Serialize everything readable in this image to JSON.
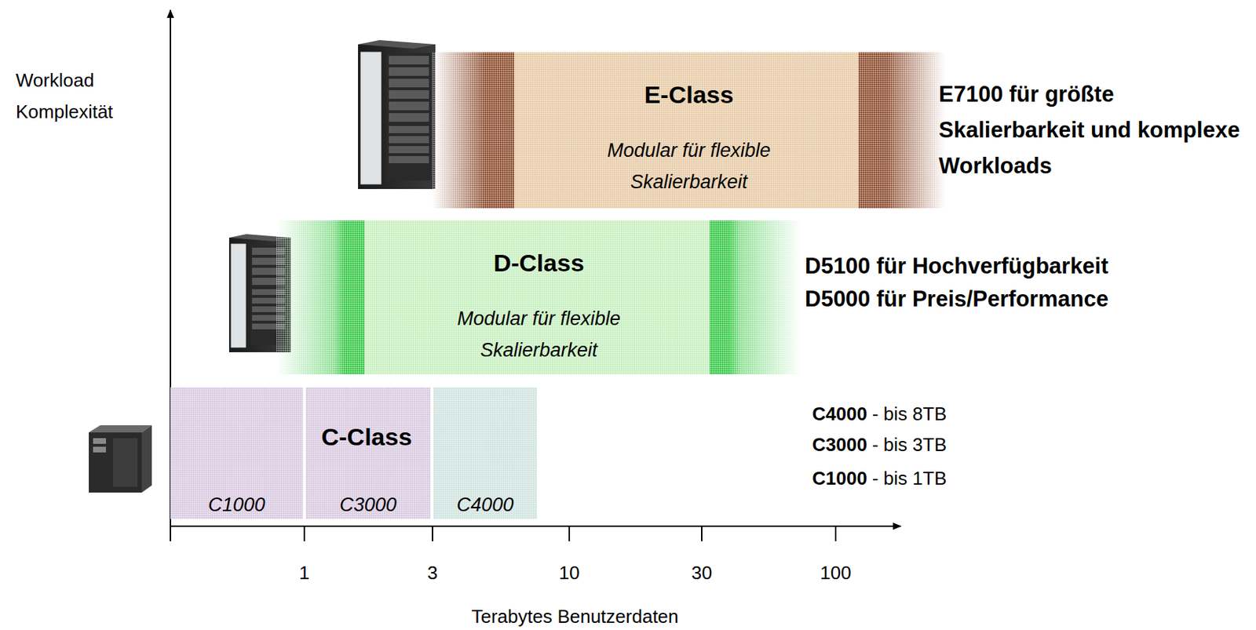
{
  "diagram": {
    "nodes": [
      {
        "text": [
          "E-Class",
          "Modular für flexible Skalierbarkeit"
        ]
      },
      {
        "text": [
          "D-Class",
          "Modular für flexible Skalierbarkeit"
        ]
      },
      {
        "text": [
          "C-Class"
        ]
      },
      {
        "text": [
          "C1000"
        ],
        "in": 2
      },
      {
        "text": [
          "C3000"
        ],
        "in": 2
      },
      {
        "text": [
          "C4000"
        ],
        "in": 2
      }
    ],
    "labels": [
      "Workload Komplexität",
      "1",
      "3",
      "10",
      "30",
      "100",
      "Terabytes Benutzerdaten",
      "E7100 für größte Skalierbarkeit und komplexe Workloads",
      "D5100 für Hochverfügbarkeit",
      "D5000 für Preis/Performance",
      "C4000",
      "- bis 8TB",
      "C3000",
      "- bis 3TB",
      "C1000",
      "- bis 1TB"
    ]
  }
}
